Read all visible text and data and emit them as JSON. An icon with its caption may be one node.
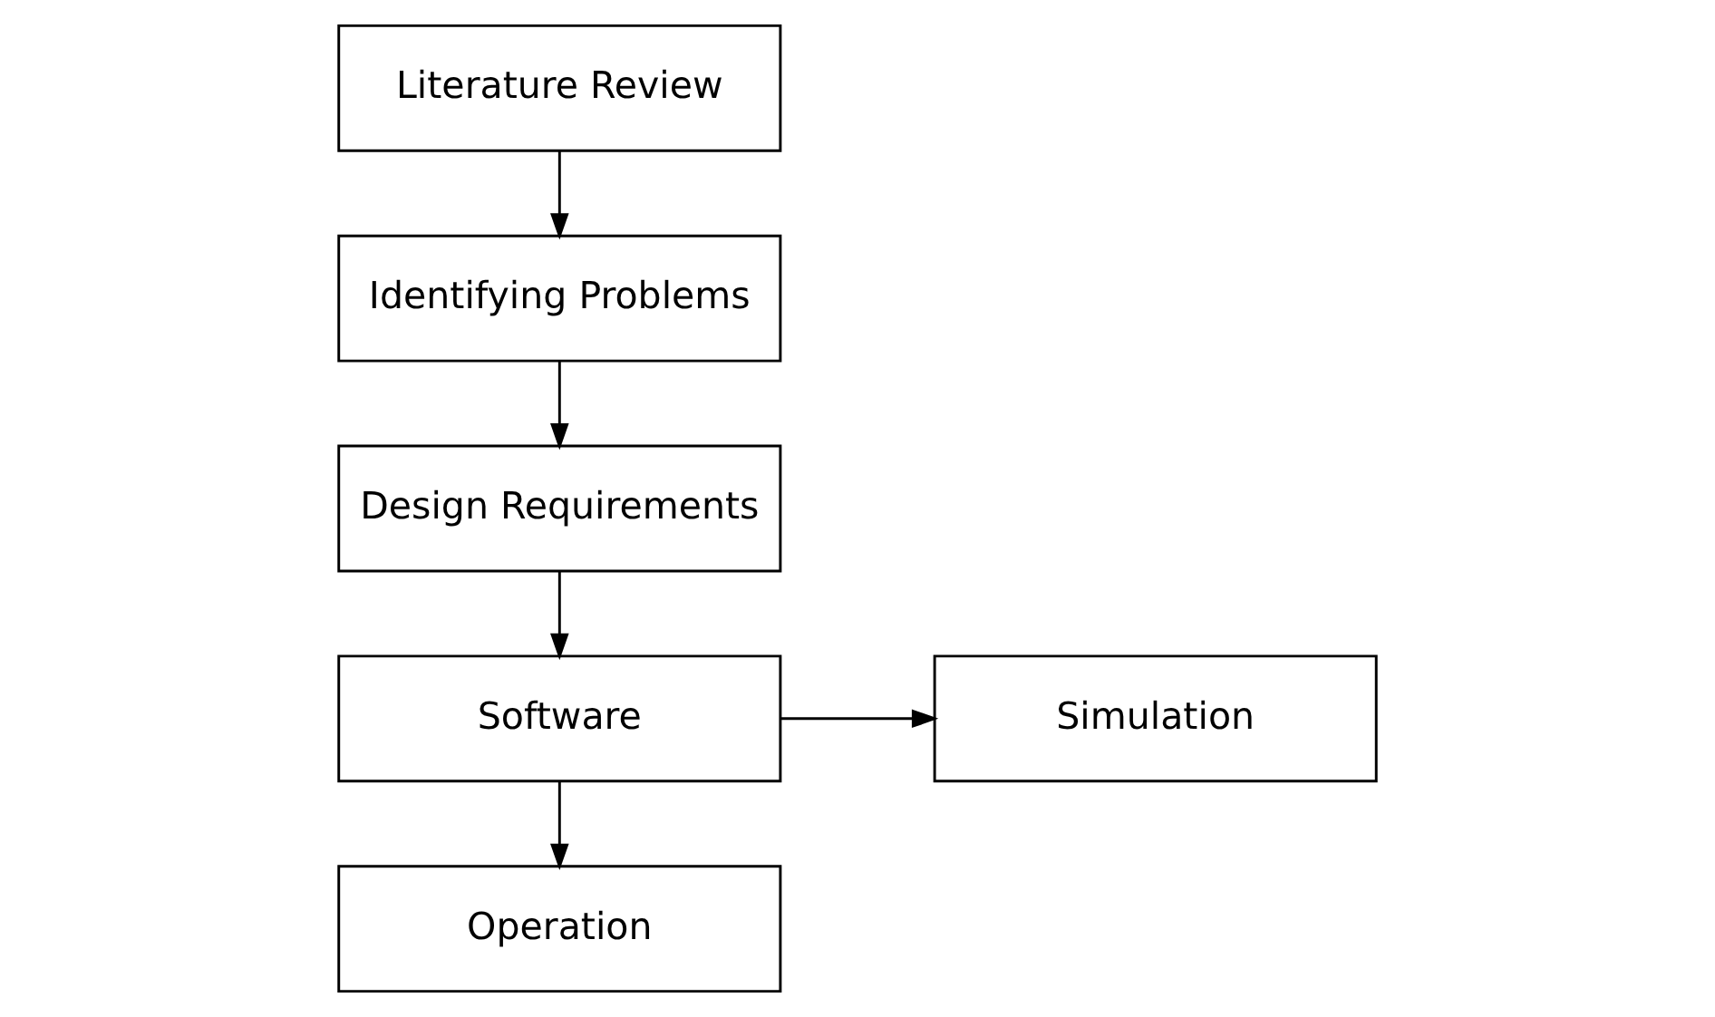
{
  "diagram": {
    "nodes": [
      {
        "text": [
          "Literature Review"
        ]
      },
      {
        "text": [
          "Identifying Problems"
        ]
      },
      {
        "text": [
          "Design Requirements"
        ]
      },
      {
        "text": [
          "Software"
        ]
      },
      {
        "text": [
          "Simulation"
        ]
      },
      {
        "text": [
          "Operation"
        ]
      }
    ],
    "edges": [
      {
        "from": 0,
        "to": 1,
        "arrow": "to"
      },
      {
        "from": 1,
        "to": 2,
        "arrow": "to"
      },
      {
        "from": 2,
        "to": 3,
        "arrow": "to"
      },
      {
        "from": 3,
        "to": 4,
        "arrow": "to"
      },
      {
        "from": 3,
        "to": 5,
        "arrow": "to"
      }
    ]
  }
}
